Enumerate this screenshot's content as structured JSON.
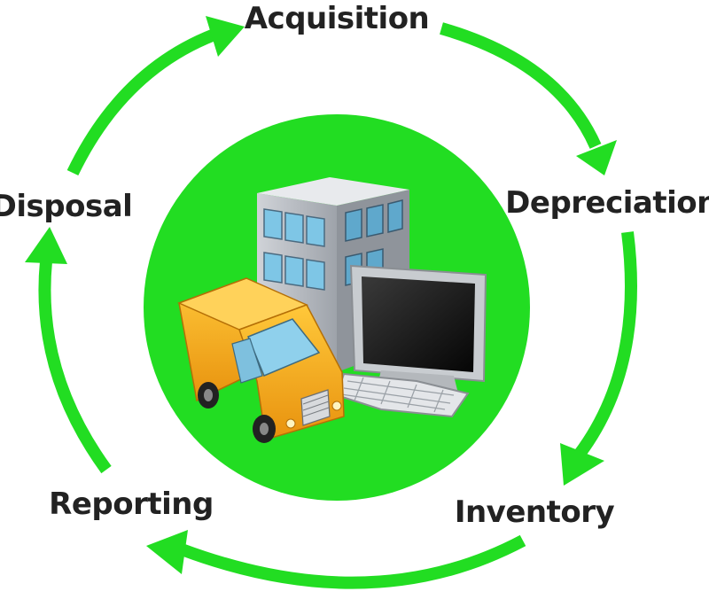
{
  "diagram": {
    "type": "cycle",
    "stages": [
      {
        "id": "acquisition",
        "label": "Acquisition"
      },
      {
        "id": "depreciation",
        "label": "Depreciation"
      },
      {
        "id": "inventory",
        "label": "Inventory"
      },
      {
        "id": "reporting",
        "label": "Reporting"
      },
      {
        "id": "disposal",
        "label": "Disposal"
      }
    ],
    "arrow_direction": "clockwise",
    "center_icons": [
      "building-icon",
      "delivery-truck-icon",
      "computer-monitor-icon",
      "keyboard-icon"
    ]
  },
  "colors": {
    "arrow": "#22dd22",
    "center_circle": "#22dd22",
    "label_text": "#222222",
    "background": "#ffffff",
    "truck_body": "#f2a91a",
    "building_wall": "#b8bcc2",
    "window_glass": "#7ec6e6",
    "monitor_frame": "#c8ccd0",
    "monitor_screen": "#1a1a1a"
  }
}
